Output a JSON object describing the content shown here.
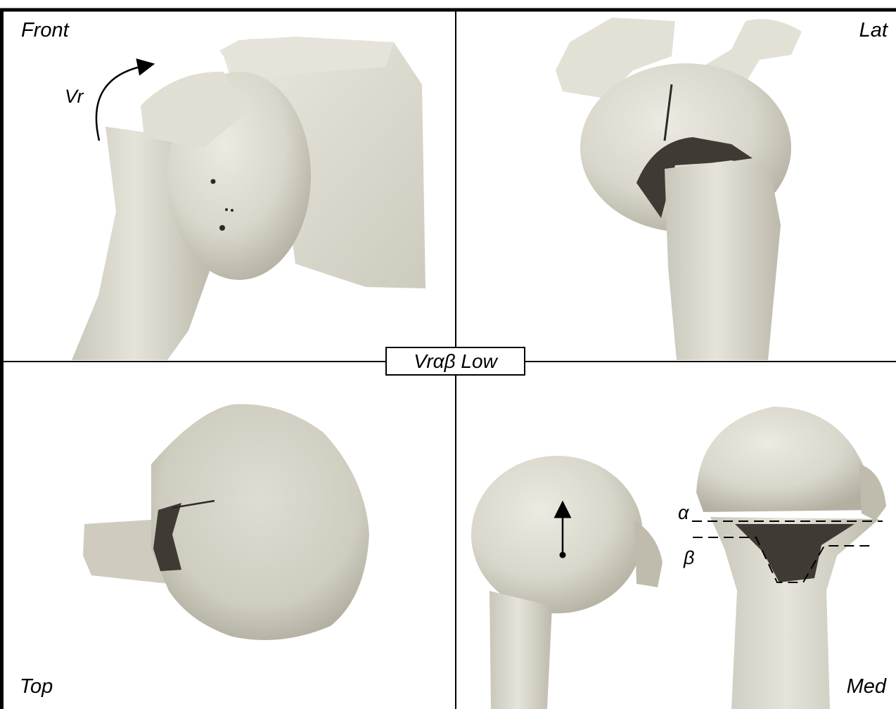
{
  "panels": {
    "front": {
      "label": "Front"
    },
    "lat": {
      "label": "Lat"
    },
    "top": {
      "label": "Top"
    },
    "med": {
      "label": "Med"
    }
  },
  "center_label": "Vrαβ Low",
  "annotations": {
    "rotation": "Vr",
    "alpha": "α",
    "beta": "β"
  },
  "colors": {
    "bone_light": "#e4e3d9",
    "bone_mid": "#cfcdc0",
    "bone_shadow": "#a9a698",
    "cavity": "#3f3b34",
    "frame": "#000000",
    "background": "#ffffff"
  }
}
